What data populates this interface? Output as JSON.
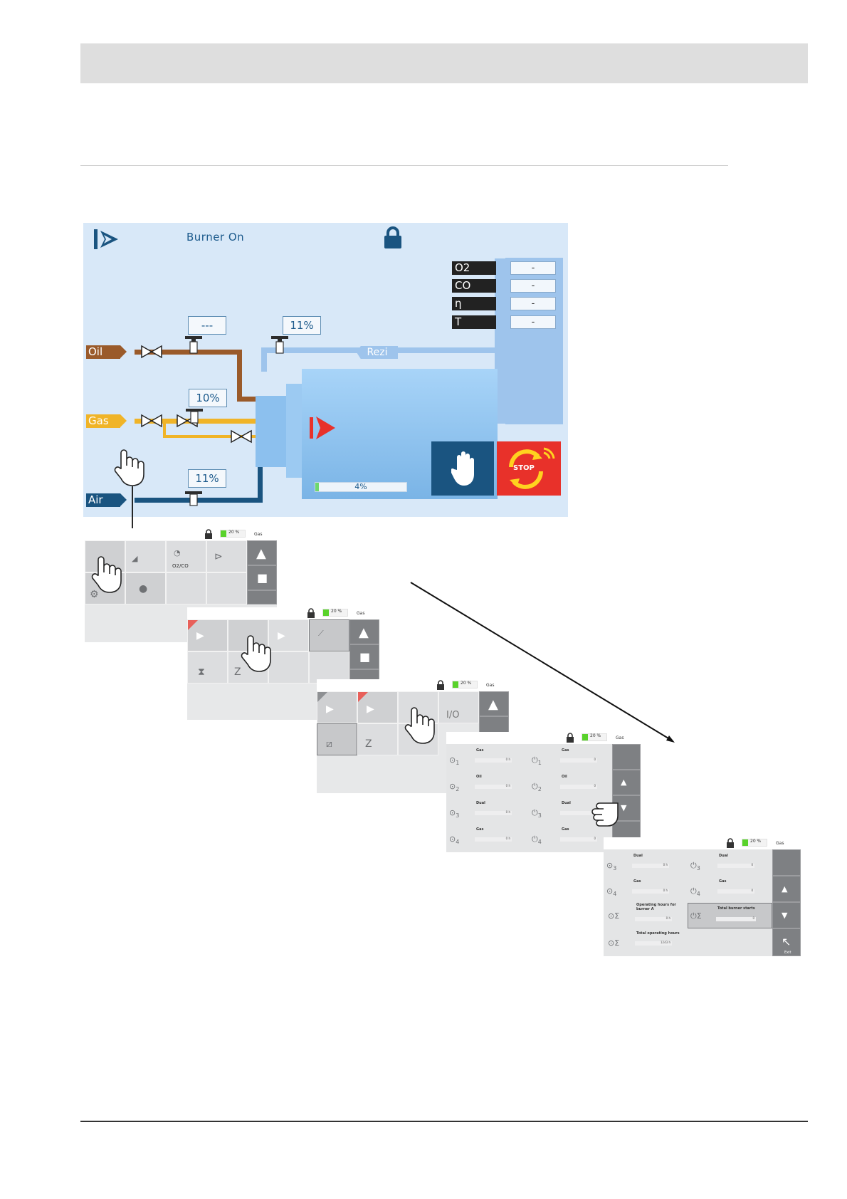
{
  "burner_screen": {
    "title": "Burner On",
    "fuel_labels": {
      "oil": "Oil",
      "gas": "Gas",
      "air": "Air",
      "rezi": "Rezi"
    },
    "measurements": [
      {
        "label": "O2",
        "value": "-"
      },
      {
        "label": "CO",
        "value": "-"
      },
      {
        "label": "η",
        "value": "-"
      },
      {
        "label": "T",
        "value": "-"
      }
    ],
    "oil_actuator": "---",
    "gas_actuator": "10%",
    "air_actuator": "11%",
    "rezi_actuator": "11%",
    "load_percent_label": "4%",
    "load_fraction": 0.04,
    "stop_label": "STOP",
    "colors": {
      "background": "#d8e8f8",
      "oil": "#9a5a2a",
      "gas": "#f0b428",
      "air": "#1a5480",
      "rezi": "#9ec4ec",
      "stop": "#e8312a",
      "boiler": "#8ec4f2"
    }
  },
  "panels": {
    "status_percent": "20 %",
    "status_fuel": "Gas",
    "oxygen_co_label": "O2/CO",
    "io_label": "I/O",
    "counter_panel_1": [
      {
        "fuel": "Gas",
        "hours": "0 h",
        "starts": "0",
        "n": "1"
      },
      {
        "fuel": "Oil",
        "hours": "0 h",
        "starts": "0",
        "n": "2"
      },
      {
        "fuel": "Dual",
        "hours": "0 h",
        "starts": "0",
        "n": "3"
      },
      {
        "fuel": "Gas",
        "hours": "0 h",
        "starts": "0",
        "n": "4"
      }
    ],
    "counter_panel_2": {
      "rows": [
        {
          "fuel": "Dual",
          "hours": "0 h",
          "starts": "0",
          "n": "3"
        },
        {
          "fuel": "Gas",
          "hours": "0 h",
          "starts": "0",
          "n": "4"
        }
      ],
      "operating_hours_label": "Operating hours for burner A",
      "operating_hours_value": "0 h",
      "total_starts_label": "Total burner starts",
      "total_starts_value": "0",
      "total_hours_label": "Total operating hours",
      "total_hours_value": "1243 h",
      "exit_label": "Exit"
    }
  }
}
